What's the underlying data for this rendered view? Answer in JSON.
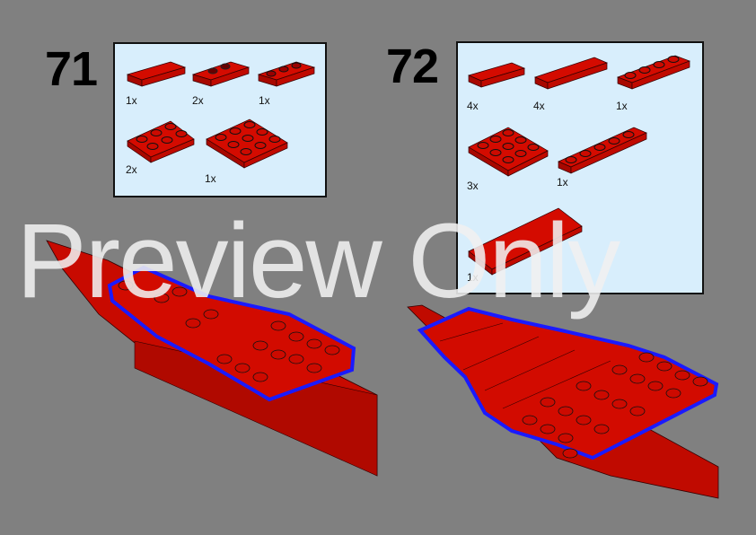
{
  "page": {
    "background": "#808080",
    "watermark": "Preview Only"
  },
  "colors": {
    "brick_red": "#cc0a00",
    "brick_dark": "#8a0600",
    "highlight_outline": "#1a1aff",
    "parts_box_bg": "#d8eefc"
  },
  "steps": [
    {
      "number": "71",
      "parts": [
        {
          "name": "tile-1x4",
          "qty": "1x"
        },
        {
          "name": "plate-1x3-jumper",
          "qty": "2x"
        },
        {
          "name": "plate-1x3",
          "qty": "1x"
        },
        {
          "name": "plate-2x3",
          "qty": "2x"
        },
        {
          "name": "plate-3x3",
          "qty": "1x"
        }
      ]
    },
    {
      "number": "72",
      "parts": [
        {
          "name": "tile-1x4",
          "qty": "4x"
        },
        {
          "name": "tile-1x6",
          "qty": "4x"
        },
        {
          "name": "plate-1x4",
          "qty": "1x"
        },
        {
          "name": "plate-3x3",
          "qty": "3x"
        },
        {
          "name": "plate-1x6",
          "qty": "1x"
        },
        {
          "name": "tile-2x8",
          "qty": "1x"
        }
      ]
    }
  ]
}
